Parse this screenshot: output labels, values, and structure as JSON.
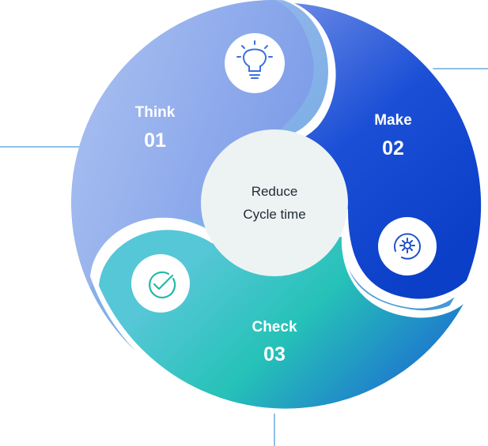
{
  "center": {
    "line1": "Reduce",
    "line2": "Cycle time"
  },
  "segments": [
    {
      "title": "Think",
      "number": "01",
      "icon": "lightbulb-icon",
      "icon_color": "#3b6fe0"
    },
    {
      "title": "Make",
      "number": "02",
      "icon": "gear-icon",
      "icon_color": "#1f4fc8"
    },
    {
      "title": "Check",
      "number": "03",
      "icon": "check-circle-icon",
      "icon_color": "#22b8a8"
    }
  ],
  "colors": {
    "think_light": "#a9c0f0",
    "think_dark": "#6d8fe6",
    "make_light": "#3d6fe8",
    "make_dark": "#0f3fc9",
    "check_light": "#2fc9b9",
    "check_dark": "#1f7fd0",
    "center_fill": "#edf3f3",
    "connector_line": "#1f7fc9"
  }
}
